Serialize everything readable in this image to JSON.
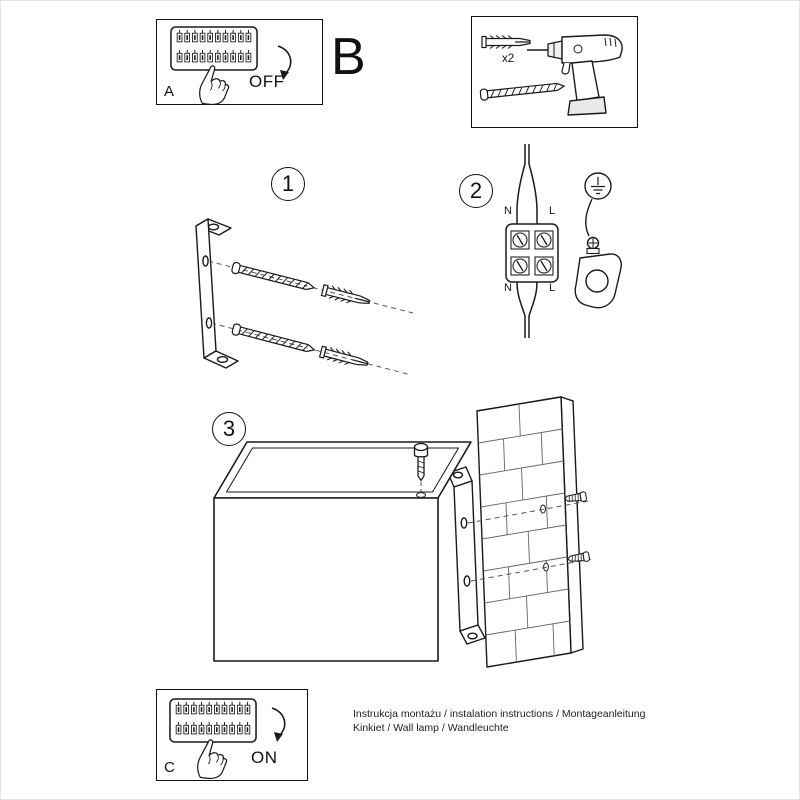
{
  "box_a": {
    "label": "A",
    "state": "OFF"
  },
  "box_b": {
    "label": "B"
  },
  "box_c": {
    "label": "C",
    "state": "ON"
  },
  "tools": {
    "anchor_qty": "x2"
  },
  "steps": {
    "s1": "1",
    "s2": "2",
    "s3": "3"
  },
  "wiring": {
    "n_top": "N",
    "l_top": "L",
    "n_bottom": "N",
    "l_bottom": "L"
  },
  "footer": {
    "line1": "Instrukcja montażu / instalation instructions / Montageanleitung",
    "line2": "Kinkiet / Wall lamp / Wandleuchte"
  },
  "illustrations": {
    "box_a": "fuse-box-switched-off",
    "box_c": "fuse-box-switched-on",
    "tools": "wall-plug-screw-and-drill",
    "step1": "bracket-with-screws-and-anchors",
    "step2": "terminal-block-wiring-and-earth",
    "step3": "cube-lamp-bracket-and-brick-wall"
  }
}
